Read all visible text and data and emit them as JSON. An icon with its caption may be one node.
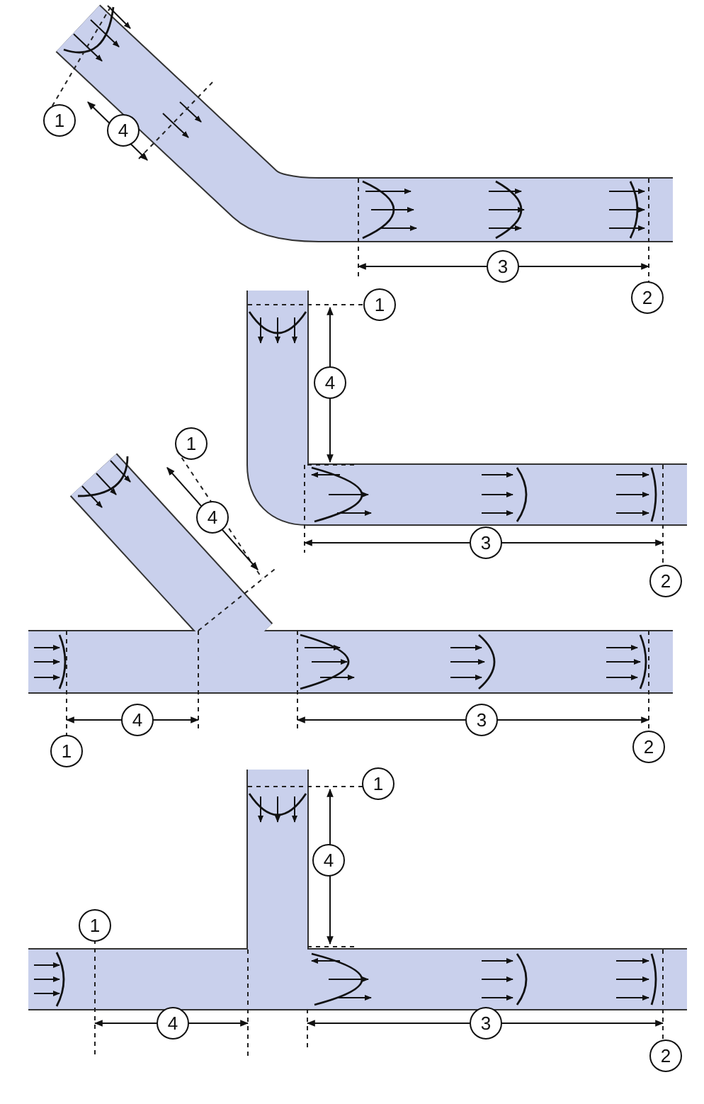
{
  "diagram": {
    "labels": [
      "1",
      "4",
      "3",
      "2",
      "1",
      "4",
      "3",
      "2",
      "1",
      "4",
      "1",
      "4",
      "3",
      "2",
      "1",
      "1",
      "4",
      "4",
      "3",
      "2"
    ]
  }
}
